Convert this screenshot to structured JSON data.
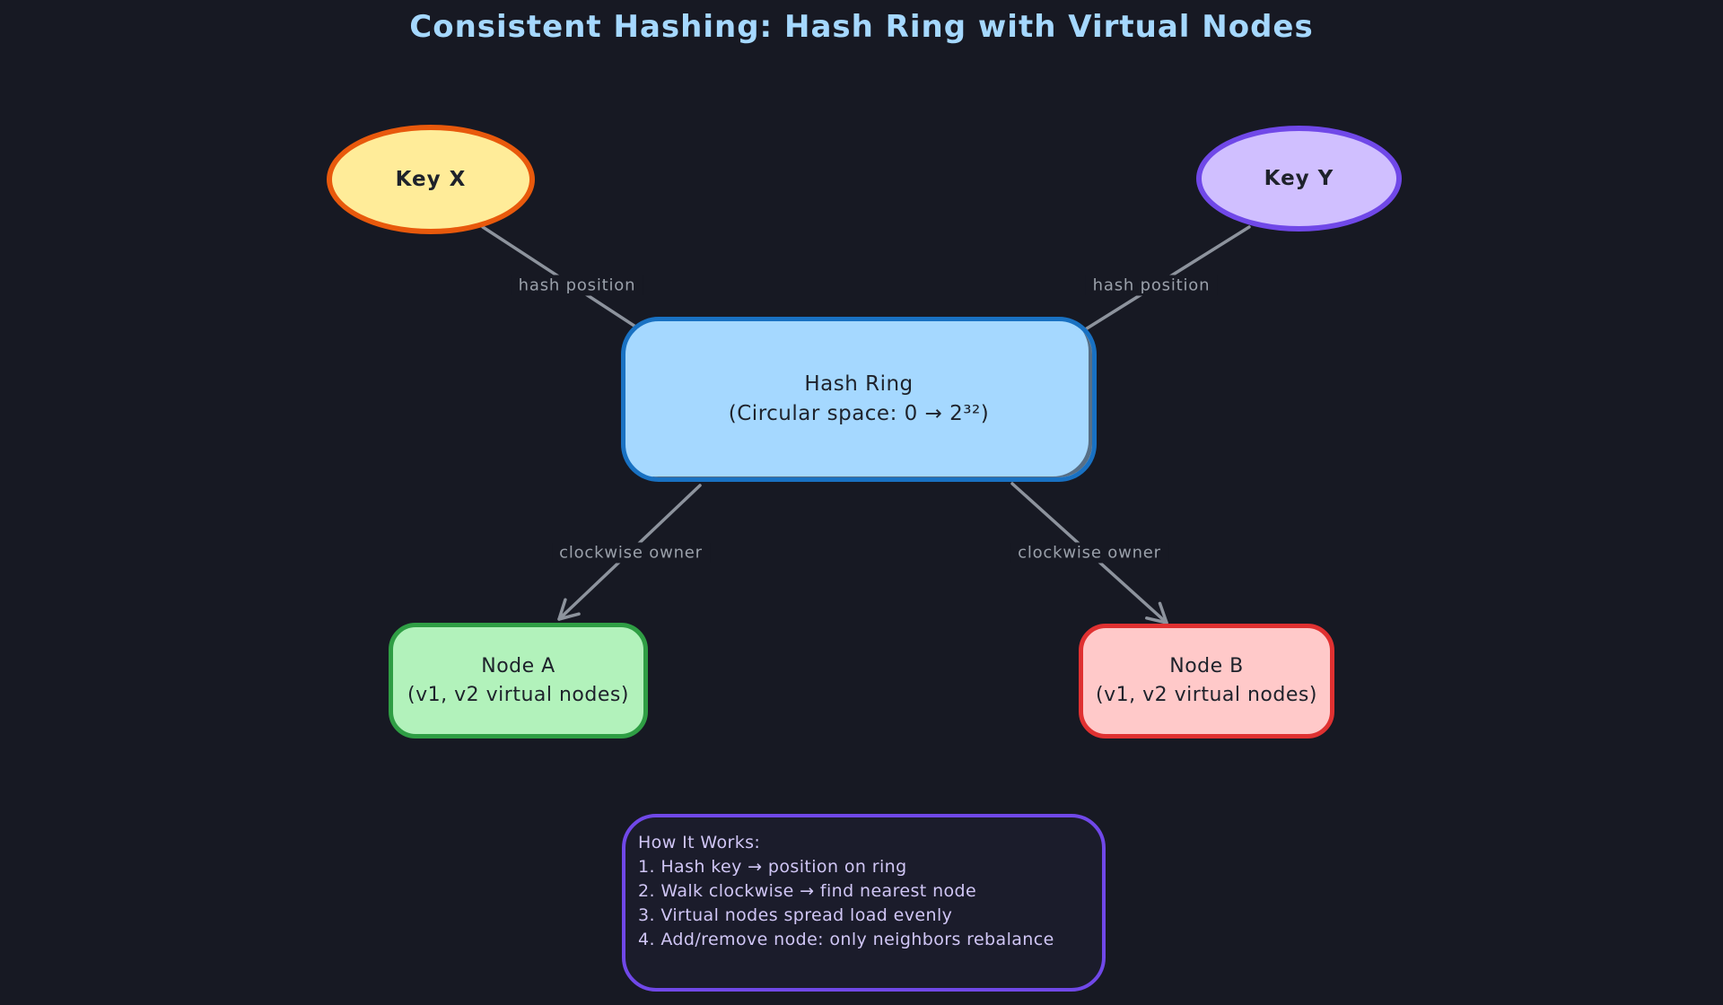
{
  "title": "Consistent Hashing: Hash Ring with Virtual Nodes",
  "colors": {
    "background": "#171923",
    "title_text": "#a5d8ff",
    "arrow": "#8d939d",
    "edge_label_text": "#9aa0aa",
    "key_x_fill": "#ffec99",
    "key_x_stroke": "#e8590c",
    "key_y_fill": "#d0bfff",
    "key_y_stroke": "#7048e8",
    "hash_ring_fill": "#a5d8ff",
    "hash_ring_stroke": "#1971c2",
    "node_a_fill": "#b2f2bb",
    "node_a_stroke": "#2f9e44",
    "node_b_fill": "#ffc9c9",
    "node_b_stroke": "#e03131",
    "info_box_stroke": "#7048e8",
    "info_box_text": "#d0c6f5"
  },
  "nodes": {
    "key_x": {
      "label": "Key X"
    },
    "key_y": {
      "label": "Key Y"
    },
    "hash_ring": {
      "title": "Hash Ring",
      "subtitle": "(Circular space: 0 → 2³²)"
    },
    "node_a": {
      "title": "Node A",
      "subtitle": "(v1, v2 virtual nodes)"
    },
    "node_b": {
      "title": "Node B",
      "subtitle": "(v1, v2 virtual nodes)"
    }
  },
  "edges": {
    "key_x_to_ring": {
      "label": "hash position"
    },
    "key_y_to_ring": {
      "label": "hash position"
    },
    "ring_to_node_a": {
      "label": "clockwise owner"
    },
    "ring_to_node_b": {
      "label": "clockwise owner"
    }
  },
  "info_box": {
    "lines": [
      "How It Works:",
      "1. Hash key → position on ring",
      "2. Walk clockwise → find nearest node",
      "3. Virtual nodes spread load evenly",
      "4. Add/remove node: only neighbors rebalance"
    ]
  }
}
